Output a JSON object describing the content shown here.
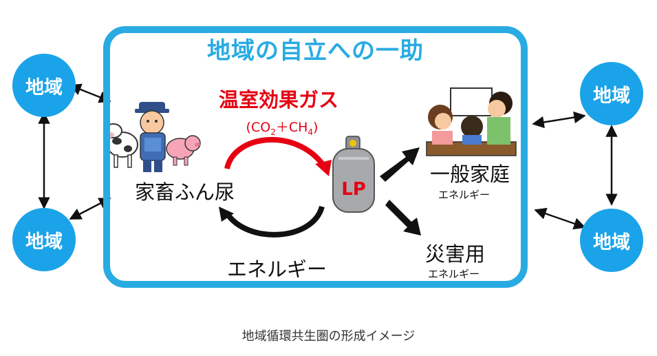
{
  "title": "地域の自立への一助",
  "region_label": "地域",
  "ghg": {
    "label": "温室効果ガス",
    "formula_open": "(CO",
    "formula_sub1": "2",
    "formula_mid": "＋CH",
    "formula_sub2": "4",
    "formula_close": ")"
  },
  "manure_label": "家畜ふん尿",
  "lp_label": "LP",
  "household": {
    "label": "一般家庭",
    "sub": "エネルギー"
  },
  "disaster": {
    "label": "災害用",
    "sub": "エネルギー"
  },
  "energy_label": "エネルギー",
  "caption": "地域循環共生圏の形成イメージ",
  "colors": {
    "frame": "#29abe2",
    "circle": "#1aa3e8",
    "ghg": "#e60012",
    "lp_tank": "#a7a9ac"
  }
}
